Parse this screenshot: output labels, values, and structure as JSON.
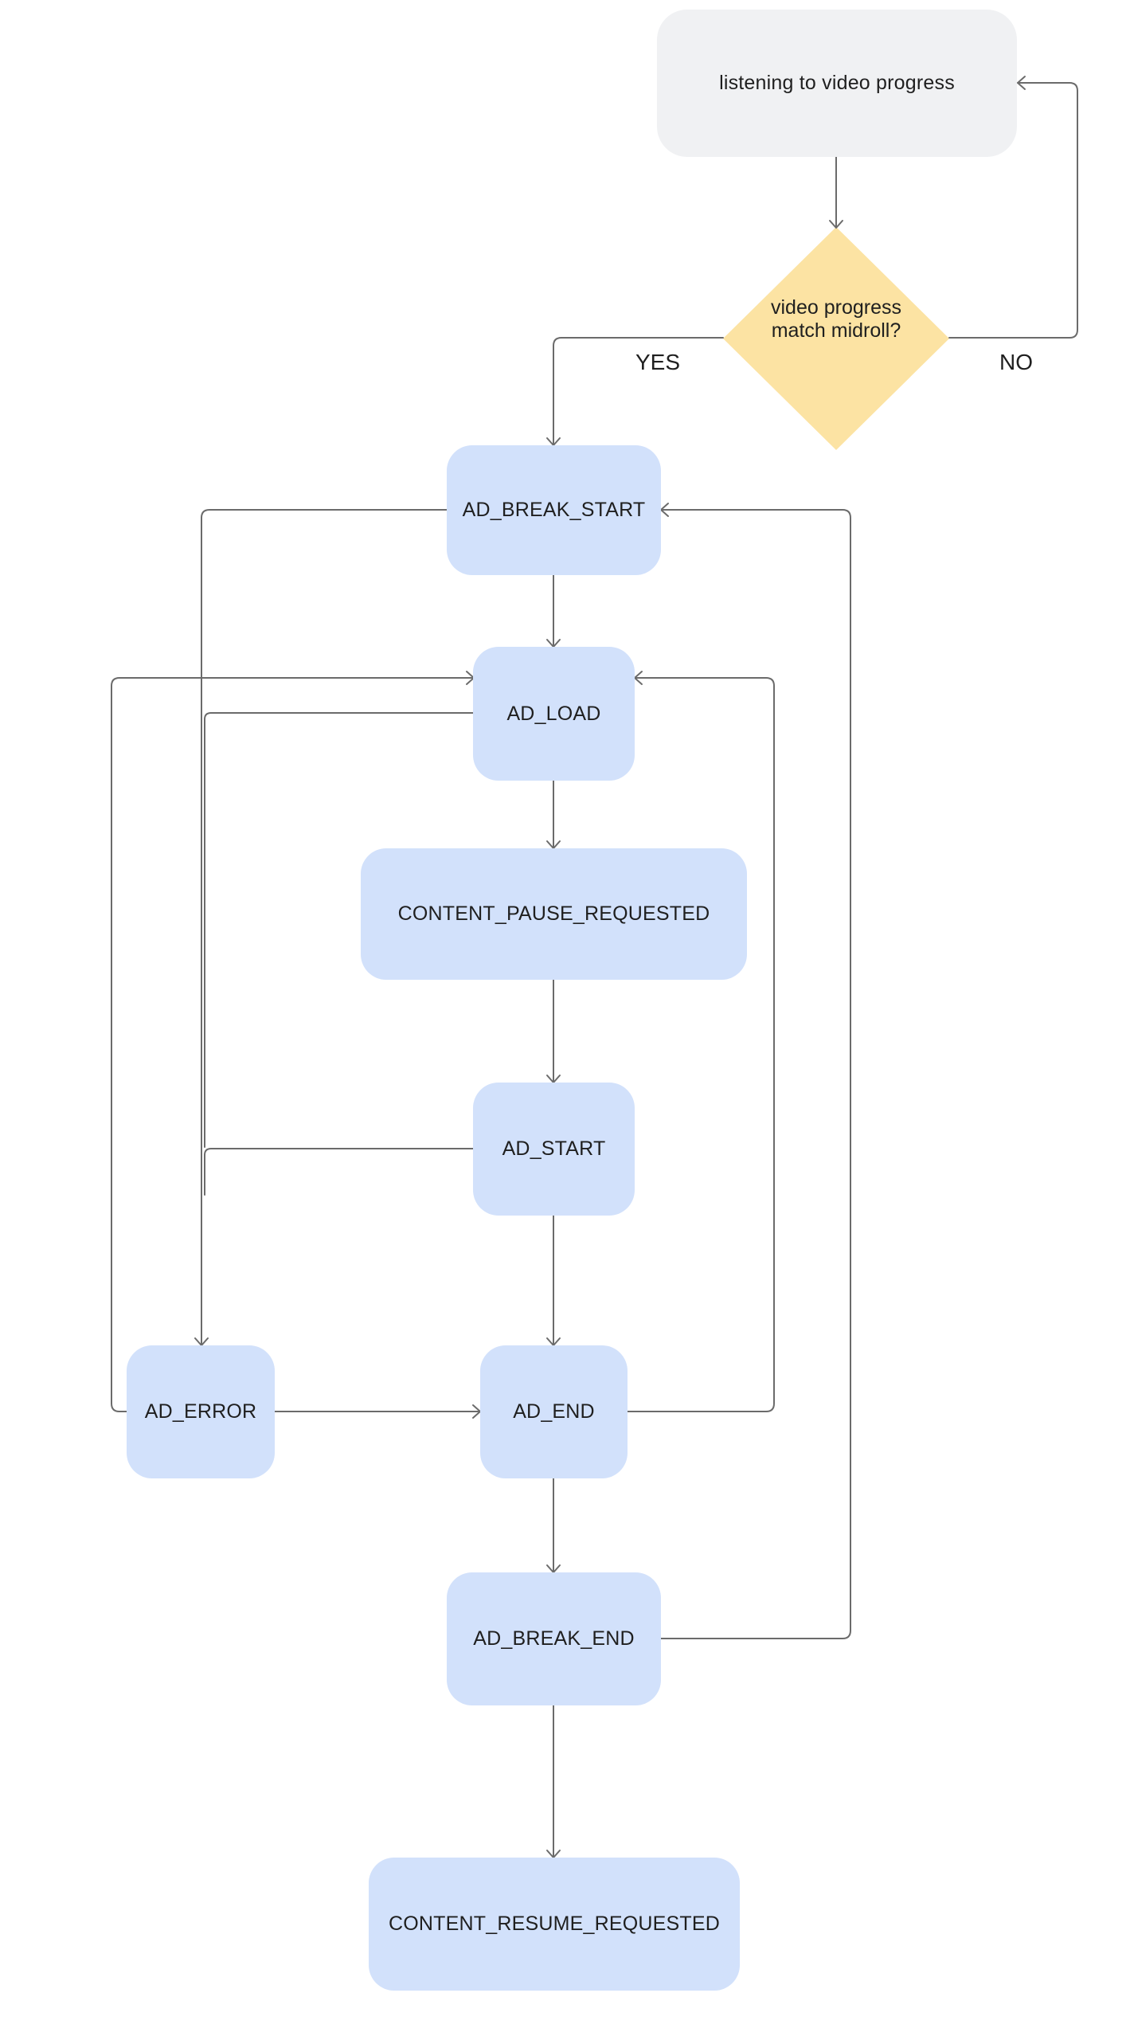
{
  "diagram": {
    "start": {
      "label": "listening to video progress"
    },
    "decision": {
      "label": "video progress match midroll?"
    },
    "branches": {
      "yes": "YES",
      "no": "NO"
    },
    "states": {
      "ad_break_start": "AD_BREAK_START",
      "ad_load": "AD_LOAD",
      "content_pause_requested": "CONTENT_PAUSE_REQUESTED",
      "ad_start": "AD_START",
      "ad_error": "AD_ERROR",
      "ad_end": "AD_END",
      "ad_break_end": "AD_BREAK_END",
      "content_resume_requested": "CONTENT_RESUME_REQUESTED"
    },
    "edges": [
      {
        "from": "listening to video progress",
        "to": "video progress match midroll?"
      },
      {
        "from": "video progress match midroll?",
        "to": "listening to video progress",
        "label": "NO"
      },
      {
        "from": "video progress match midroll?",
        "to": "AD_BREAK_START",
        "label": "YES"
      },
      {
        "from": "AD_BREAK_START",
        "to": "AD_LOAD"
      },
      {
        "from": "AD_BREAK_START",
        "to": "AD_ERROR"
      },
      {
        "from": "AD_LOAD",
        "to": "CONTENT_PAUSE_REQUESTED"
      },
      {
        "from": "AD_LOAD",
        "to": "AD_ERROR"
      },
      {
        "from": "CONTENT_PAUSE_REQUESTED",
        "to": "AD_START"
      },
      {
        "from": "AD_START",
        "to": "AD_END"
      },
      {
        "from": "AD_START",
        "to": "AD_ERROR"
      },
      {
        "from": "AD_ERROR",
        "to": "AD_END"
      },
      {
        "from": "AD_ERROR",
        "to": "AD_LOAD"
      },
      {
        "from": "AD_END",
        "to": "AD_LOAD"
      },
      {
        "from": "AD_END",
        "to": "AD_BREAK_END"
      },
      {
        "from": "AD_BREAK_END",
        "to": "AD_BREAK_START"
      },
      {
        "from": "AD_BREAK_END",
        "to": "CONTENT_RESUME_REQUESTED"
      }
    ],
    "colors": {
      "state_fill": "#d2e1fb",
      "start_fill": "#f0f1f3",
      "decision_fill": "#fce3a3",
      "connector": "#6b6b6b",
      "text": "#1f1f1f"
    }
  }
}
